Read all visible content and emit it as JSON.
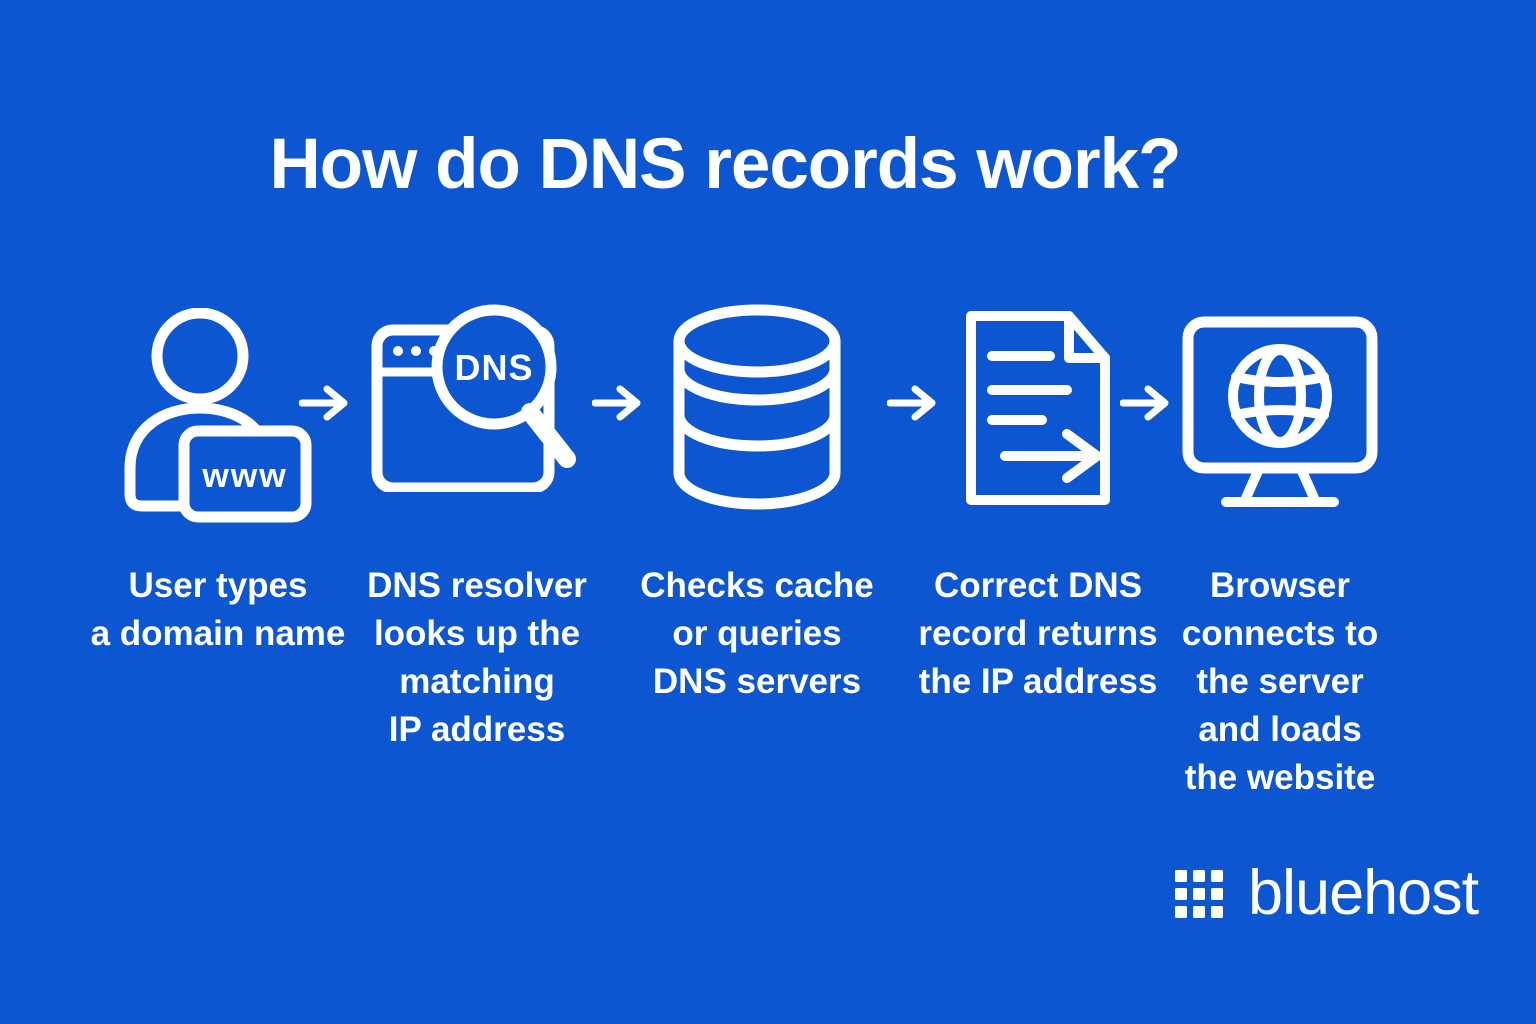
{
  "title": "How do DNS records work?",
  "colors": {
    "background": "#0C57D1",
    "foreground": "#FFFFFF"
  },
  "steps": [
    {
      "icon": "user-www-icon",
      "icon_text": "www",
      "label": "User types\na domain name"
    },
    {
      "icon": "dns-resolver-search-icon",
      "icon_text": "DNS",
      "label": "DNS resolver\nlooks up the\nmatching\nIP address"
    },
    {
      "icon": "database-icon",
      "label": "Checks cache\nor queries\nDNS servers"
    },
    {
      "icon": "dns-record-document-icon",
      "label": "Correct DNS\nrecord returns\nthe IP address"
    },
    {
      "icon": "browser-globe-monitor-icon",
      "label": "Browser\nconnects to\nthe server\nand loads\nthe website"
    }
  ],
  "flow": {
    "arrow_count": 4,
    "direction": "left-to-right"
  },
  "brand": {
    "name": "bluehost"
  }
}
